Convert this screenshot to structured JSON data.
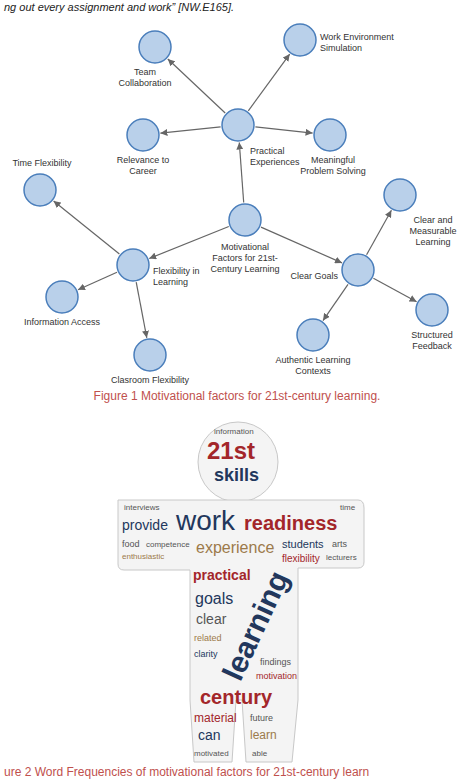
{
  "diagram": {
    "caption": "Figure 1 Motivational factors for 21st-century learning.",
    "nodes": [
      {
        "text": [
          "Team Collaboration"
        ]
      },
      {
        "text": [
          "Work Environment Simulation"
        ]
      },
      {
        "text": [
          "Practical Experiences"
        ]
      },
      {
        "text": [
          "Relevance to Career"
        ]
      },
      {
        "text": [
          "Meaningful Problem Solving"
        ]
      },
      {
        "text": [
          "Time Flexibility"
        ]
      },
      {
        "text": [
          "Motivational Factors for 21st-Century Learning"
        ]
      },
      {
        "text": [
          "Clear and Measurable Learning"
        ]
      },
      {
        "text": [
          "Flexibility in Learning"
        ]
      },
      {
        "text": [
          "Clear Goals"
        ]
      },
      {
        "text": [
          "Information Access"
        ]
      },
      {
        "text": [
          "Structured Feedback"
        ]
      },
      {
        "text": [
          "Authentic Learning Contexts"
        ]
      },
      {
        "text": [
          "Clasroom Flexibility"
        ]
      }
    ],
    "edges": [
      {
        "from": 6,
        "to": 2,
        "arrow": "to"
      },
      {
        "from": 6,
        "to": 8,
        "arrow": "to"
      },
      {
        "from": 6,
        "to": 9,
        "arrow": "to"
      },
      {
        "from": 2,
        "to": 0,
        "arrow": "to"
      },
      {
        "from": 2,
        "to": 1,
        "arrow": "to"
      },
      {
        "from": 2,
        "to": 3,
        "arrow": "to"
      },
      {
        "from": 2,
        "to": 4,
        "arrow": "to"
      },
      {
        "from": 8,
        "to": 5,
        "arrow": "to"
      },
      {
        "from": 8,
        "to": 10,
        "arrow": "to"
      },
      {
        "from": 8,
        "to": 13,
        "arrow": "to"
      },
      {
        "from": 9,
        "to": 7,
        "arrow": "to"
      },
      {
        "from": 9,
        "to": 11,
        "arrow": "to"
      },
      {
        "from": 9,
        "to": 12,
        "arrow": "to"
      }
    ],
    "labels": [
      "ng out every assignment and work” [NW.E165].",
      "ure 2 Word Frequencies of motivational factors for 21st-century learn",
      "information",
      "21st",
      "skills",
      "interviews",
      "time",
      "provide",
      "work",
      "readiness",
      "food",
      "competence",
      "experience",
      "students",
      "arts",
      "enthusiastic",
      "flexibility",
      "lecturers",
      "practical",
      "goals",
      "clear",
      "related",
      "learning",
      "findings",
      "motivation",
      "clarity",
      "century",
      "material",
      "future",
      "can",
      "learn",
      "motivated",
      "able"
    ]
  }
}
